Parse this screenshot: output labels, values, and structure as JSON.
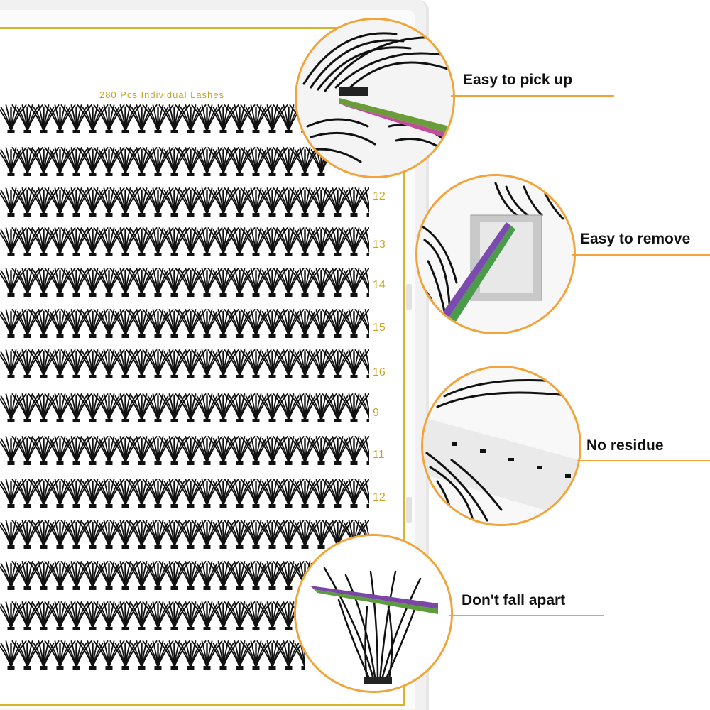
{
  "box": {
    "title": "280 Pcs Individual Lashes",
    "length_labels": [
      "12",
      "13",
      "14",
      "15",
      "16",
      "9",
      "11",
      "12"
    ],
    "lash_color": "#111111",
    "frame_color": "#d7b52a"
  },
  "callouts": [
    {
      "label": "Easy to pick up",
      "icon": "tweezers-pick-up-icon"
    },
    {
      "label": "Easy to remove",
      "icon": "tweezers-remove-icon"
    },
    {
      "label": "No residue",
      "icon": "lash-strip-icon"
    },
    {
      "label": "Don't  fall apart",
      "icon": "lash-cluster-icon"
    }
  ],
  "accent_color": "#f2a33a"
}
